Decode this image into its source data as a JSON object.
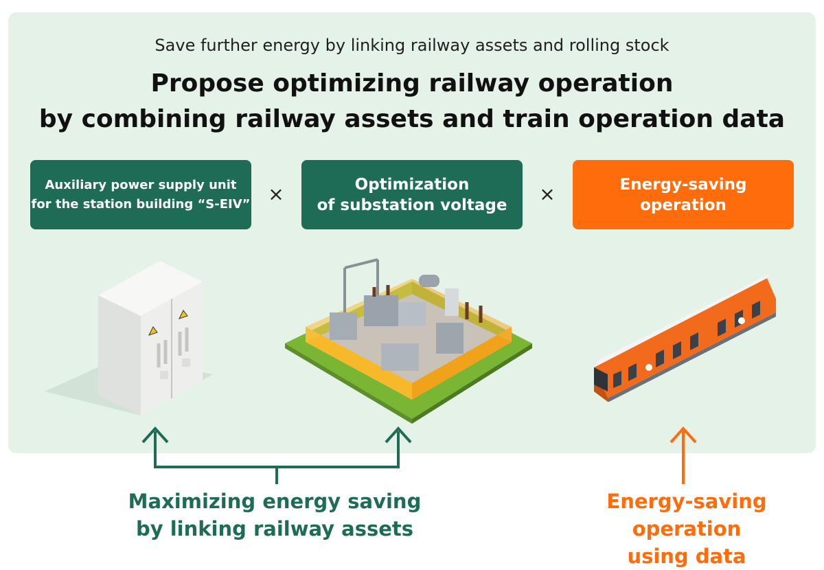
{
  "subtitle": "Save further energy by linking railway assets and rolling stock",
  "title": {
    "line1": "Propose optimizing railway operation",
    "line2": "by combining railway assets and train operation data"
  },
  "boxes": [
    {
      "line1": "Auxiliary power supply unit",
      "line2": "for the station building “S-EIV”",
      "color": "#1e6b56"
    },
    {
      "line1": "Optimization",
      "line2": "of substation voltage",
      "color": "#1e6b56"
    },
    {
      "line1": "Energy-saving",
      "line2": "operation",
      "color": "#ff6c0c"
    }
  ],
  "operator": "×",
  "captions": {
    "left": {
      "line1": "Maximizing energy saving",
      "line2": "by linking railway assets",
      "color": "#1e6b56"
    },
    "right": {
      "line1": "Energy-saving operation",
      "line2": "using data",
      "color": "#ff6c0c"
    }
  },
  "illustrations": [
    "power-supply-cabinet",
    "substation",
    "train"
  ],
  "colors": {
    "panel_bg": "#e4f2e7",
    "green": "#1e6b56",
    "orange": "#ff6c0c"
  }
}
